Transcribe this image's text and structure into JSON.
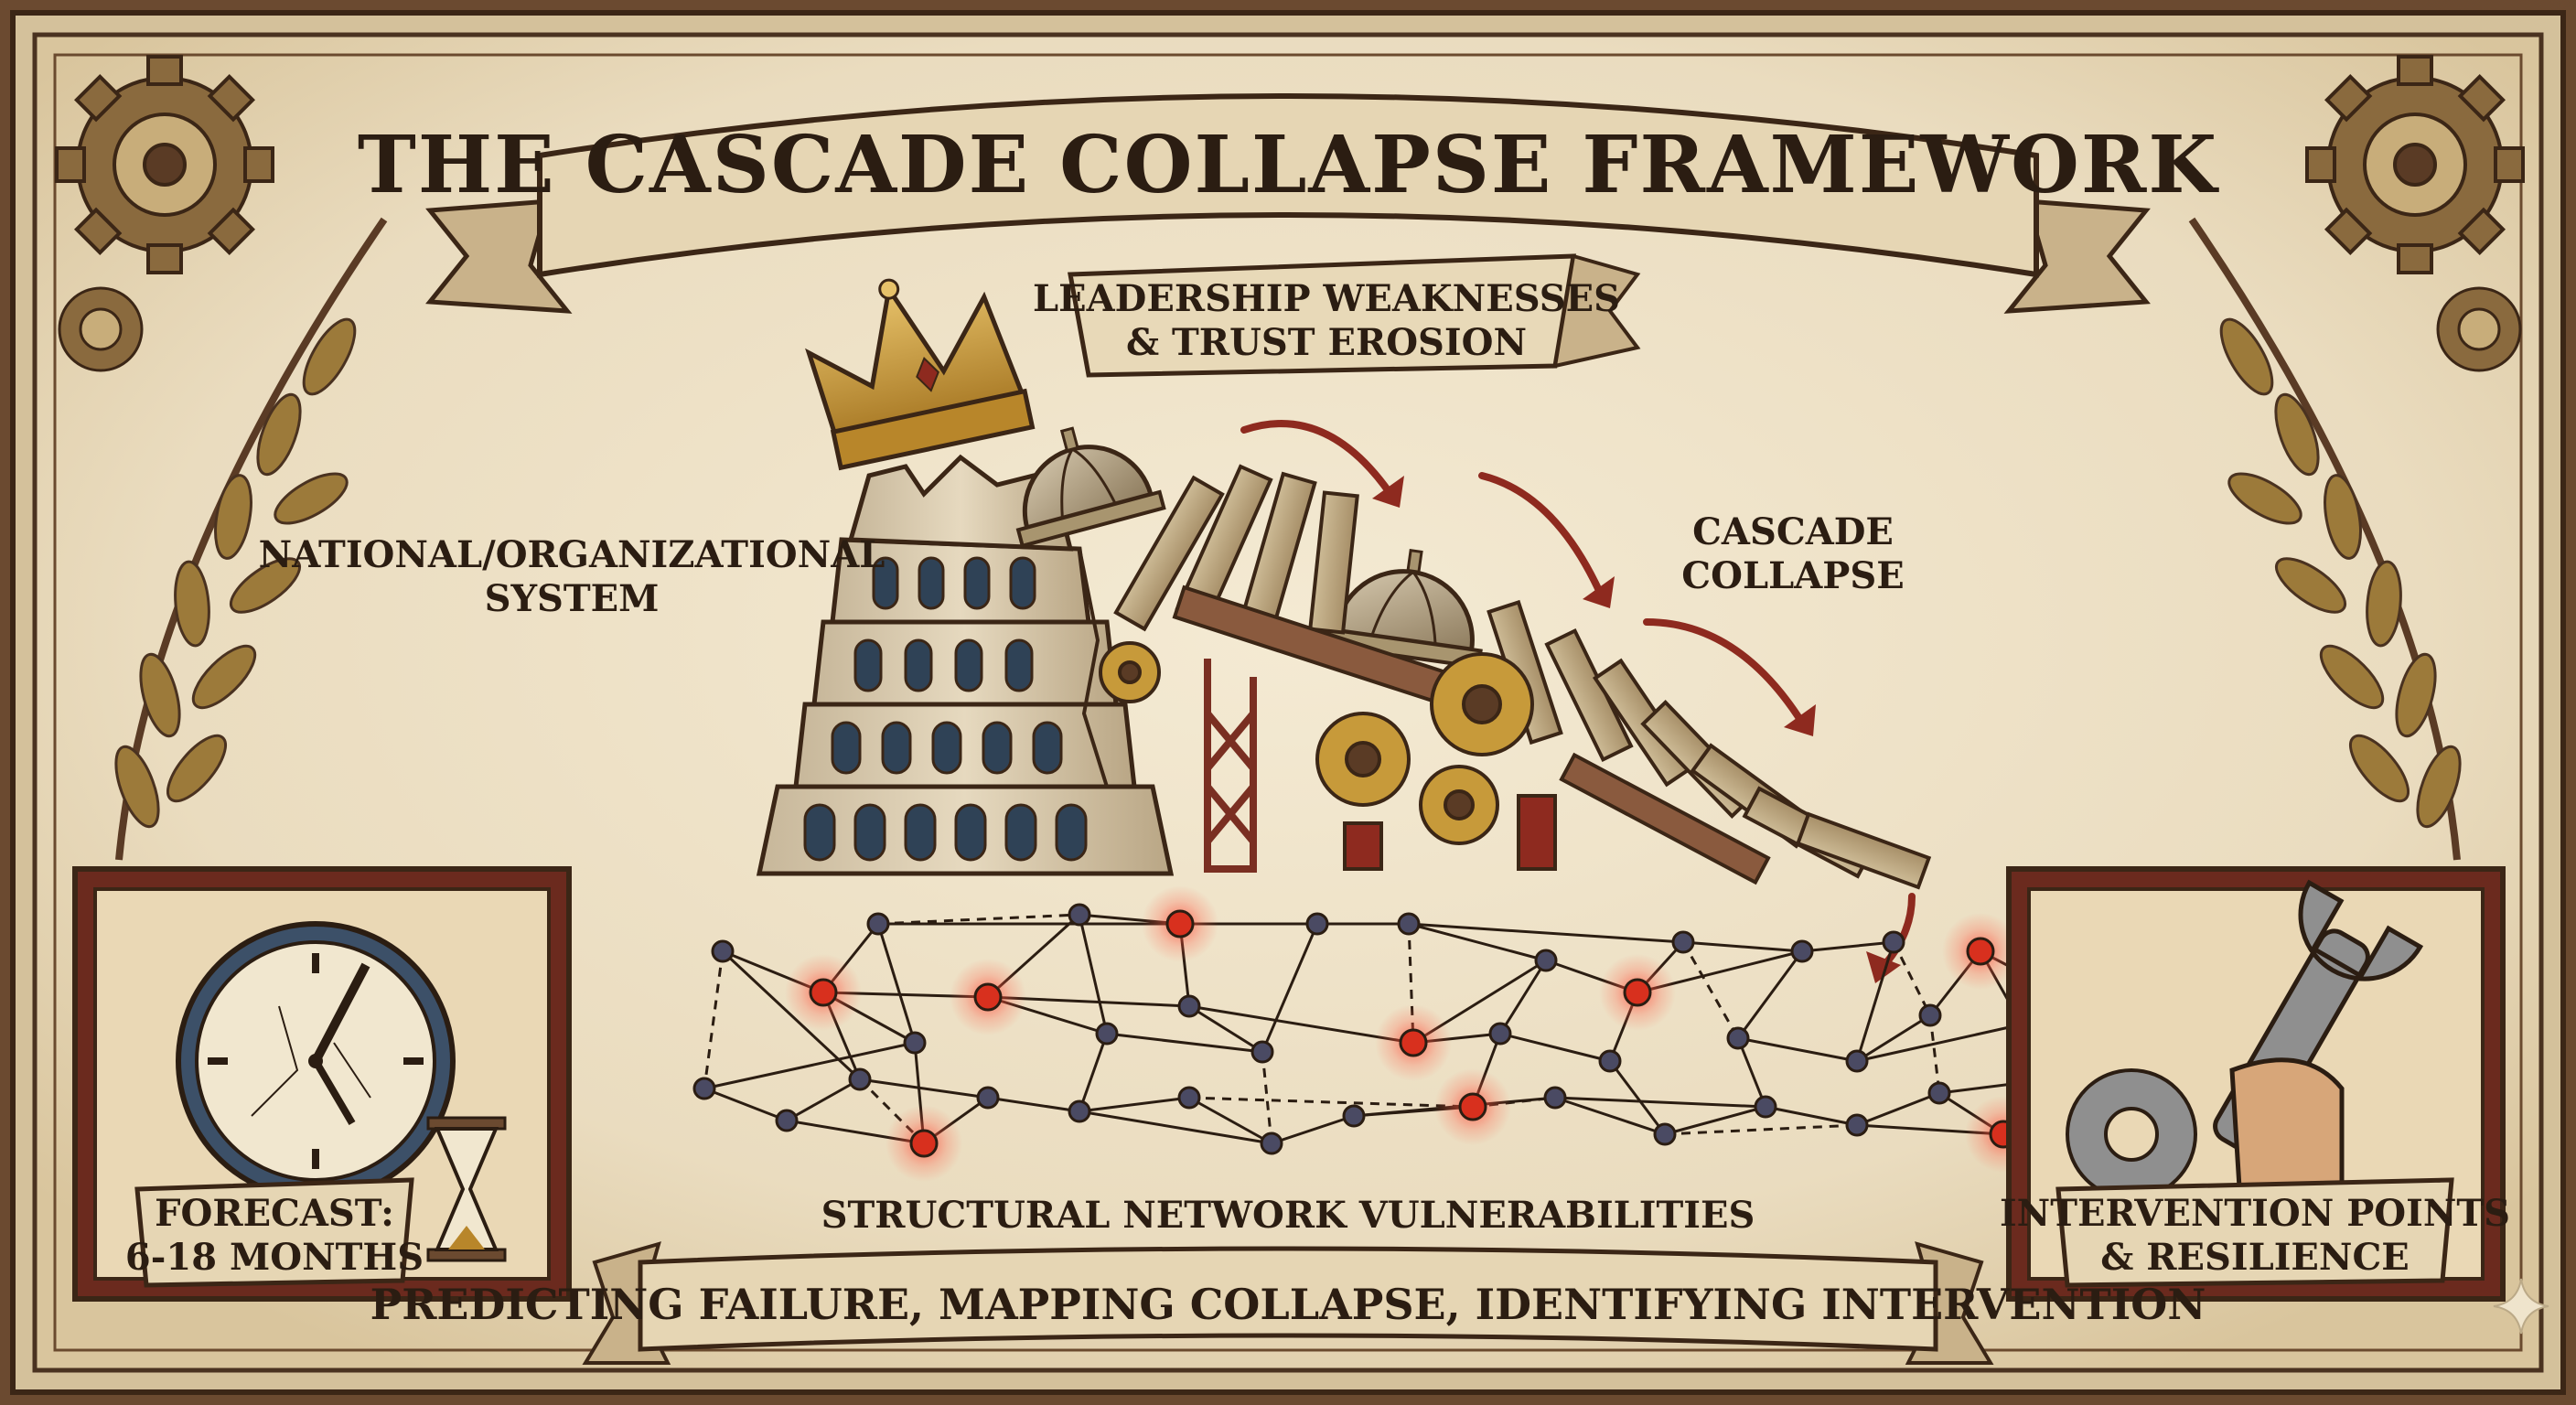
{
  "title": "THE CASCADE COLLAPSE FRAMEWORK",
  "leadership_banner": {
    "line1": "LEADERSHIP WEAKNESSES",
    "line2": "& TRUST EROSION"
  },
  "system_label": {
    "line1": "NATIONAL/ORGANIZATIONAL",
    "line2": "SYSTEM"
  },
  "cascade_label": {
    "line1": "CASCADE",
    "line2": "COLLAPSE"
  },
  "network_label": "STRUCTURAL NETWORK VULNERABILITIES",
  "bottom_banner": "PREDICTING FAILURE, MAPPING COLLAPSE, IDENTIFYING INTERVENTION",
  "forecast_panel": {
    "line1": "FORECAST:",
    "line2": "6-18 MONTHS"
  },
  "intervention_panel": {
    "line1": "INTERVENTION POINTS",
    "line2": "& RESILIENCE"
  },
  "colors": {
    "parchment": "#efe4cc",
    "ink": "#2b1d12",
    "frame": "#5a3b25",
    "accent_red": "#8e2a1f",
    "gold": "#c79a3a",
    "laurel": "#8a6a2c",
    "node_dark": "#4a4a63",
    "node_alert": "#d8301e"
  },
  "icons": [
    "crown-icon",
    "gear-icon",
    "clock-icon",
    "hourglass-icon",
    "wrench-icon",
    "laurel-icon",
    "dome-icon",
    "arrow-icon"
  ]
}
